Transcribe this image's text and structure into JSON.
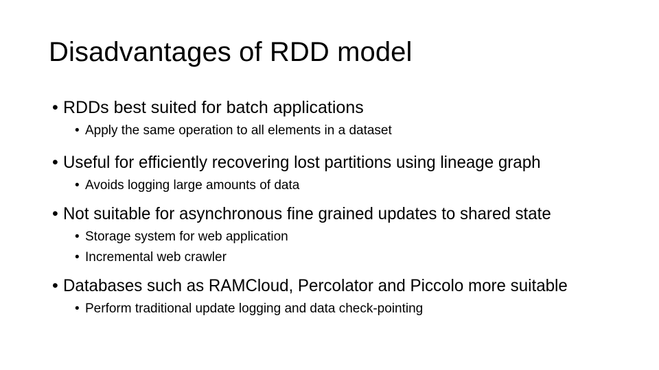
{
  "slide": {
    "title": "Disadvantages of RDD model",
    "background_color": "#ffffff",
    "text_color": "#000000",
    "bullet_glyph": "•",
    "content": [
      {
        "level": 1,
        "text": "RDDs best suited for batch applications",
        "children": [
          {
            "level": 2,
            "text": "Apply the same operation to all elements in a dataset"
          }
        ]
      },
      {
        "level": 1,
        "text": "Useful for efficiently recovering lost partitions using lineage graph",
        "children": [
          {
            "level": 2,
            "text": "Avoids logging large amounts of data"
          }
        ]
      },
      {
        "level": 1,
        "text": "Not suitable for asynchronous fine grained updates to shared state",
        "children": [
          {
            "level": 2,
            "text": "Storage system for web application"
          },
          {
            "level": 2,
            "text": "Incremental web crawler"
          }
        ]
      },
      {
        "level": 1,
        "text": "Databases such as RAMCloud, Percolator and Piccolo more suitable",
        "children": [
          {
            "level": 2,
            "text": "Perform traditional update logging and data check-pointing"
          }
        ]
      }
    ]
  }
}
